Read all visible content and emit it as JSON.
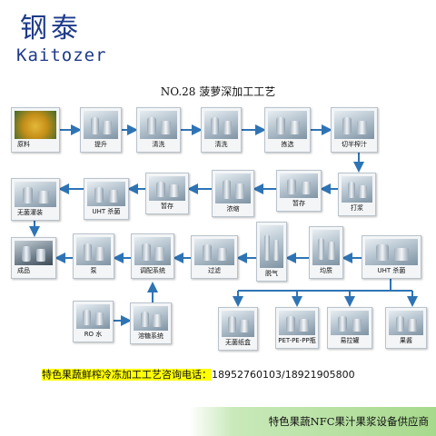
{
  "brand": {
    "name_cn": "钢泰",
    "name_en": "Kaitozer"
  },
  "diagram": {
    "title": "NO.28  菠萝深加工工艺",
    "steps": {
      "raw": "原料",
      "lift": "提升",
      "clean1": "清洗",
      "clean2": "清洗",
      "pick": "拣选",
      "cutjuice": "切半榨汁",
      "beat": "打浆",
      "temp1": "暂存",
      "concentrate": "浓缩",
      "temp2": "暂存",
      "uht1": "UHT 杀菌",
      "aseptic": "无菌灌装",
      "product": "成品",
      "pump": "泵",
      "blend": "调配系统",
      "filter": "过滤",
      "degas": "脱气",
      "homog": "均质",
      "uht2": "UHT 杀菌",
      "ro": "RO 水",
      "sugar": "溶糖系统",
      "carton": "无菌纸盒",
      "bottle": "PET-PE-PP瓶",
      "can": "易拉罐",
      "jam": "果酱"
    }
  },
  "contact": {
    "label": "特色果蔬鲜榨冷冻加工工艺咨询电话：",
    "phones": "18952760103/18921905800"
  },
  "footer": {
    "text": "特色果蔬NFC果汁果浆设备供应商"
  },
  "colors": {
    "arrow": "#2e74b5",
    "brand": "#1e3a8a",
    "highlight": "#ffff00",
    "footer_green": "#a7d98c"
  }
}
